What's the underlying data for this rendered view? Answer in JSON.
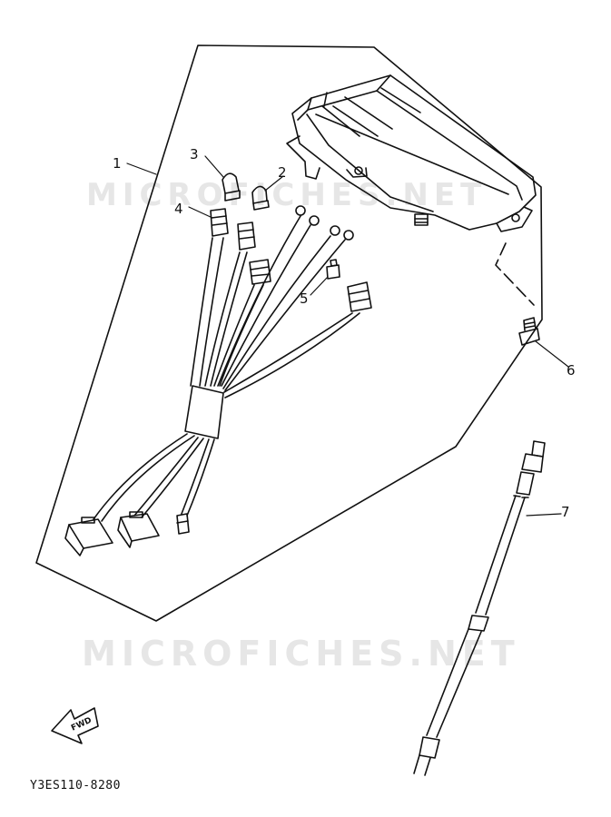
{
  "watermark": {
    "top": "MICROFICHES.NET",
    "bottom": "MICROFICHES.NET"
  },
  "callouts": [
    "1",
    "2",
    "3",
    "4",
    "5",
    "6",
    "7"
  ],
  "fwd_label": "FWD",
  "diagram_code": "Y3ES110-8280",
  "colors": {
    "line": "#111111",
    "watermark": "#e6e6e6"
  }
}
